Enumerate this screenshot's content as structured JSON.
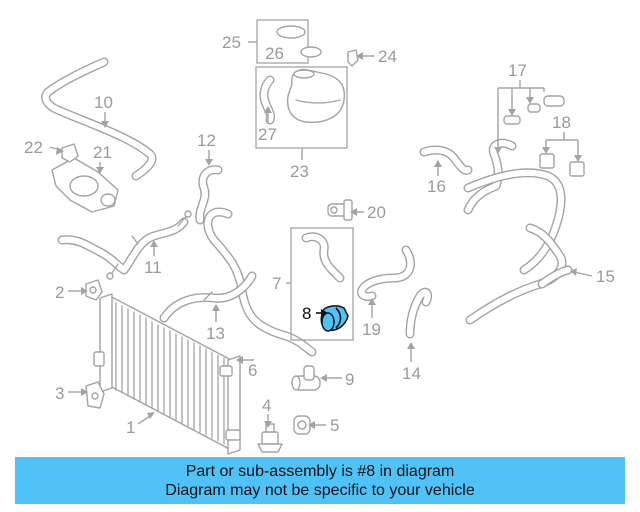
{
  "callouts": {
    "c1": "1",
    "c2": "2",
    "c3": "3",
    "c4": "4",
    "c5": "5",
    "c6": "6",
    "c7": "7",
    "c8": "8",
    "c9": "9",
    "c10": "10",
    "c11": "11",
    "c12": "12",
    "c13": "13",
    "c14": "14",
    "c15": "15",
    "c16": "16",
    "c17": "17",
    "c18": "18",
    "c19": "19",
    "c20": "20",
    "c21": "21",
    "c22": "22",
    "c23": "23",
    "c24": "24",
    "c25": "25",
    "c26": "26",
    "c27": "27"
  },
  "highlighted_part": "8",
  "colors": {
    "highlight": "#4fc3f7",
    "banner_bg": "#4fc3f7",
    "line": "#a3a3a3",
    "label": "#9a9a9a",
    "active": "#111111"
  },
  "banner": {
    "line1": "Part or sub-assembly is #8 in diagram",
    "line2": "Diagram may not be specific to your vehicle"
  }
}
